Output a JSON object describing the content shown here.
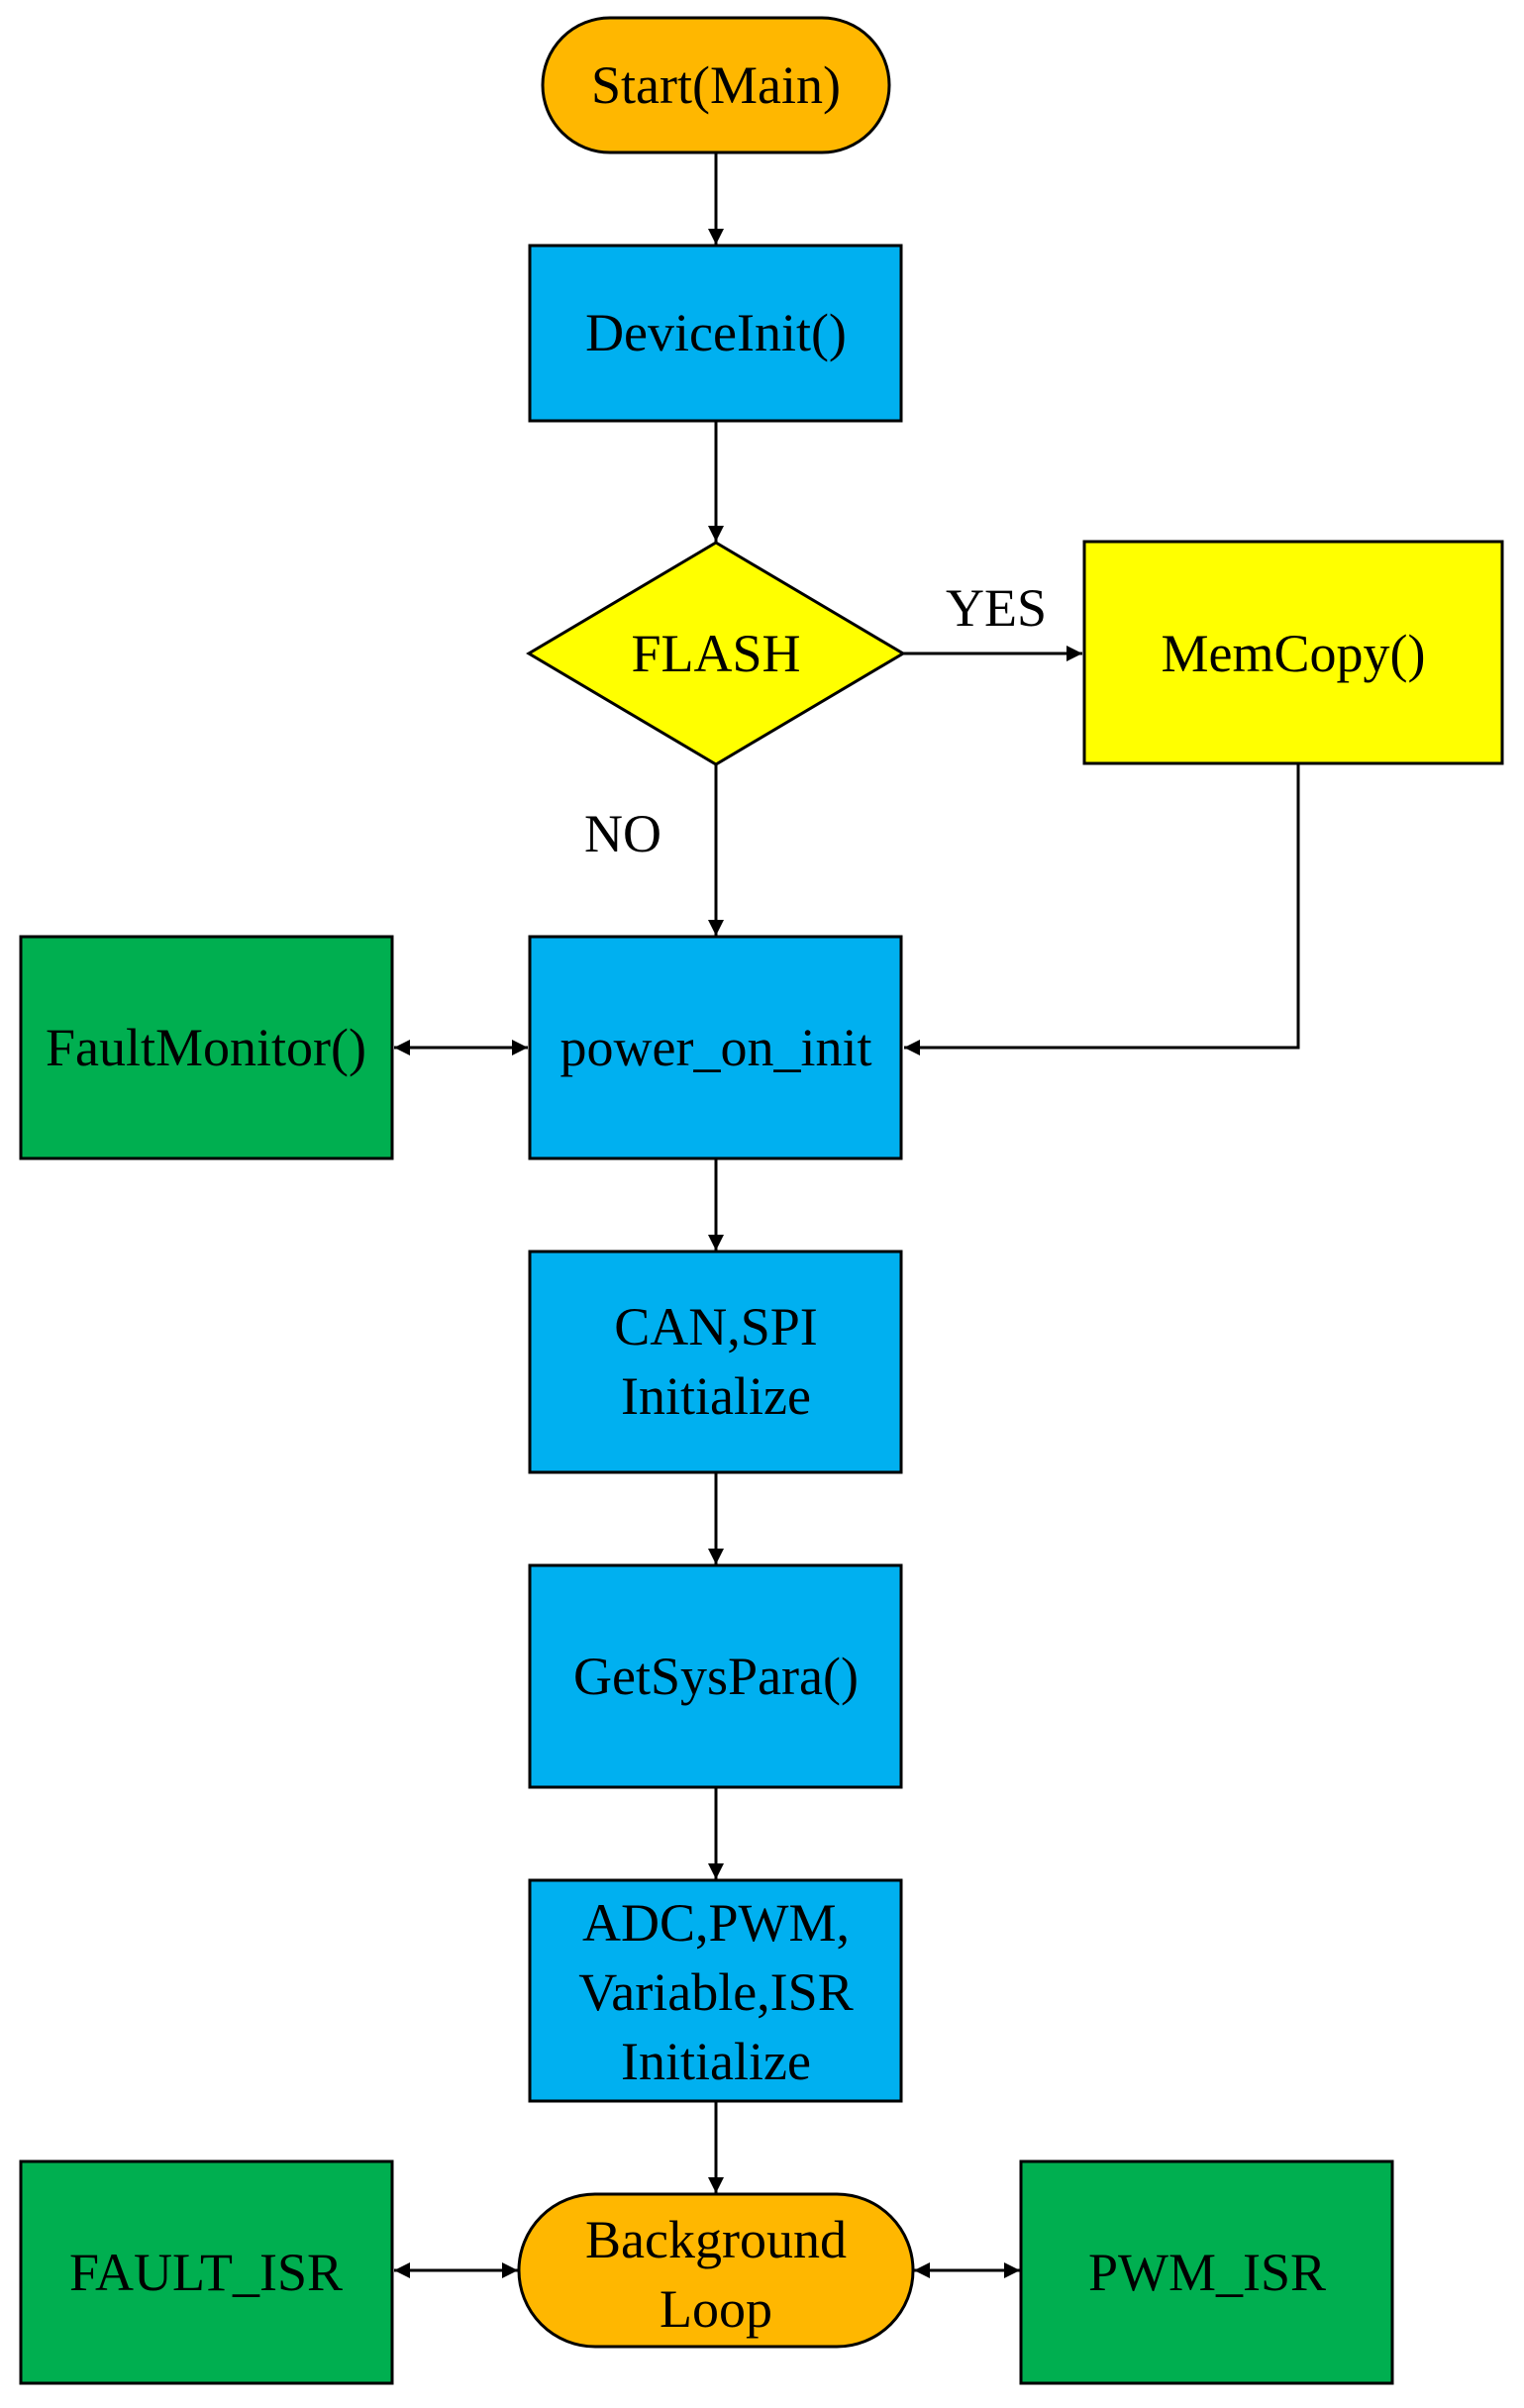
{
  "diagram": {
    "nodes": {
      "start": {
        "label": "Start(Main)",
        "shape": "terminator",
        "color": "#FFB700"
      },
      "device_init": {
        "label": "DeviceInit()",
        "shape": "process",
        "color": "#00B0F0"
      },
      "flash": {
        "label": "FLASH",
        "shape": "decision",
        "color": "#FFFF00"
      },
      "memcopy": {
        "label": "MemCopy()",
        "shape": "process",
        "color": "#FFFF00"
      },
      "power_on_init": {
        "label": "power_on_init",
        "shape": "process",
        "color": "#00B0F0"
      },
      "fault_monitor": {
        "label": "FaultMonitor()",
        "shape": "process",
        "color": "#00AF50"
      },
      "can_spi": {
        "lines": [
          "CAN,SPI",
          "Initialize"
        ],
        "shape": "process",
        "color": "#00B0F0"
      },
      "get_sys_para": {
        "label": "GetSysPara()",
        "shape": "process",
        "color": "#00B0F0"
      },
      "adc_pwm": {
        "lines": [
          "ADC,PWM,",
          "Variable,ISR",
          "Initialize"
        ],
        "shape": "process",
        "color": "#00B0F0"
      },
      "background_loop": {
        "lines": [
          "Background",
          "Loop"
        ],
        "shape": "terminator",
        "color": "#FFB700"
      },
      "fault_isr": {
        "label": "FAULT_ISR",
        "shape": "process",
        "color": "#00AF50"
      },
      "pwm_isr": {
        "label": "PWM_ISR",
        "shape": "process",
        "color": "#00AF50"
      }
    },
    "edges": [
      {
        "from": "start",
        "to": "device_init",
        "direction": "forward"
      },
      {
        "from": "device_init",
        "to": "flash",
        "direction": "forward"
      },
      {
        "from": "flash",
        "to": "memcopy",
        "direction": "forward",
        "label": "YES"
      },
      {
        "from": "flash",
        "to": "power_on_init",
        "direction": "forward",
        "label": "NO"
      },
      {
        "from": "memcopy",
        "to": "power_on_init",
        "direction": "forward"
      },
      {
        "from": "fault_monitor",
        "to": "power_on_init",
        "direction": "both"
      },
      {
        "from": "power_on_init",
        "to": "can_spi",
        "direction": "forward"
      },
      {
        "from": "can_spi",
        "to": "get_sys_para",
        "direction": "forward"
      },
      {
        "from": "get_sys_para",
        "to": "adc_pwm",
        "direction": "forward"
      },
      {
        "from": "adc_pwm",
        "to": "background_loop",
        "direction": "forward"
      },
      {
        "from": "fault_isr",
        "to": "background_loop",
        "direction": "both"
      },
      {
        "from": "background_loop",
        "to": "pwm_isr",
        "direction": "both"
      }
    ],
    "edge_labels": {
      "yes": "YES",
      "no": "NO"
    }
  }
}
